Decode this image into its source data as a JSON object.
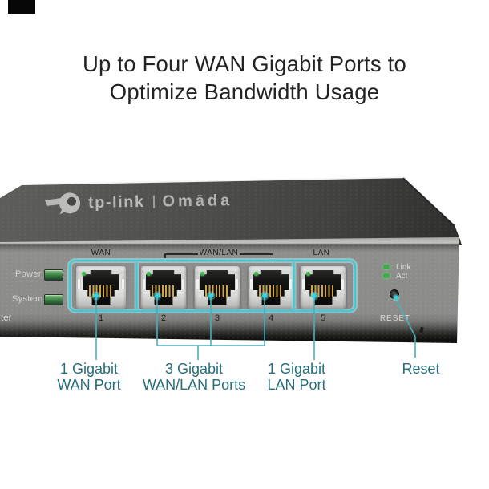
{
  "headline": {
    "line1": "Up to Four WAN Gigabit Ports to",
    "line2": "Optimize Bandwidth Usage"
  },
  "device": {
    "brand": "tp-link",
    "brand_divider": "|",
    "family": "Omāda",
    "panel": {
      "power_label": "Power",
      "system_label": "System",
      "cutoff_text": "ter",
      "link_label": "Link",
      "act_label": "Act",
      "reset_button_label": "RESET"
    },
    "port_groups": {
      "wan": "WAN",
      "wanlan": "WAN/LAN",
      "lan": "LAN"
    },
    "ports": [
      {
        "number": "1"
      },
      {
        "number": "2"
      },
      {
        "number": "3"
      },
      {
        "number": "4"
      },
      {
        "number": "5"
      }
    ]
  },
  "callouts": {
    "wan": {
      "line1": "1 Gigabit",
      "line2": "WAN Port"
    },
    "wanlan": {
      "line1": "3 Gigabit",
      "line2": "WAN/LAN Ports"
    },
    "lan": {
      "line1": "1 Gigabit",
      "line2": "LAN Port"
    },
    "reset": {
      "line1": "Reset"
    }
  },
  "colors": {
    "accent_teal": "#45c8d5",
    "callout_text_teal": "#266e7a",
    "led_green": "#3fb04a",
    "headline_text": "#232323",
    "chassis_gray": "#8b8b89"
  }
}
